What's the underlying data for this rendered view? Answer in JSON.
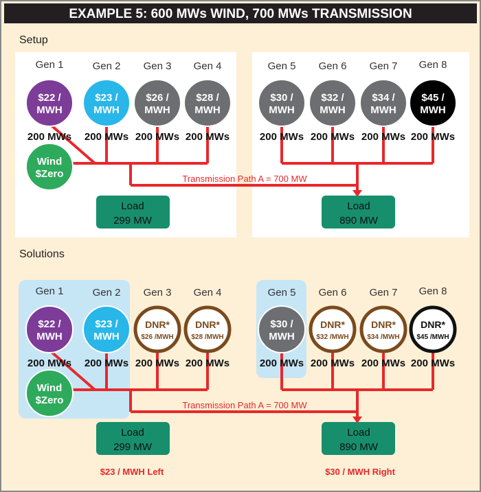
{
  "title": "EXAMPLE 5: 600 MWs WIND, 700 MWs TRANSMISSION",
  "colors": {
    "line": "#e8282b",
    "load": "#178f6d",
    "wind": "#2eaa5c",
    "highlight": "#c6e6f6",
    "bg": "#fdf0d6",
    "dnr_ring": "#7a4a1e"
  },
  "setup": {
    "label": "Setup",
    "gens": [
      {
        "label": "Gen 1",
        "line1": "$22 /",
        "line2": "MWH",
        "capacity": "200 MWs",
        "fill": "#7d3c98"
      },
      {
        "label": "Gen 2",
        "line1": "$23 /",
        "line2": "MWH",
        "capacity": "200 MWs",
        "fill": "#29b6e8"
      },
      {
        "label": "Gen 3",
        "line1": "$26 /",
        "line2": "MWH",
        "capacity": "200 MWs",
        "fill": "#6d6e71"
      },
      {
        "label": "Gen 4",
        "line1": "$28 /",
        "line2": "MWH",
        "capacity": "200 MWs",
        "fill": "#6d6e71"
      },
      {
        "label": "Gen 5",
        "line1": "$30 /",
        "line2": "MWH",
        "capacity": "200 MWs",
        "fill": "#6d6e71"
      },
      {
        "label": "Gen 6",
        "line1": "$32 /",
        "line2": "MWH",
        "capacity": "200 MWs",
        "fill": "#6d6e71"
      },
      {
        "label": "Gen 7",
        "line1": "$34 /",
        "line2": "MWH",
        "capacity": "200 MWs",
        "fill": "#6d6e71"
      },
      {
        "label": "Gen 8",
        "line1": "$45 /",
        "line2": "MWH",
        "capacity": "200 MWs",
        "fill": "#000000"
      }
    ],
    "wind": {
      "line1": "Wind",
      "line2": "$Zero"
    },
    "transmission": "Transmission Path A = 700 MW",
    "load_left": {
      "line1": "Load",
      "line2": "299 MW"
    },
    "load_right": {
      "line1": "Load",
      "line2": "890 MW"
    }
  },
  "solutions": {
    "label": "Solutions",
    "gens": [
      {
        "label": "Gen 1",
        "line1": "$22 /",
        "line2": "MWH",
        "capacity": "200 MWs",
        "fill": "#7d3c98"
      },
      {
        "label": "Gen 2",
        "line1": "$23 /",
        "line2": "MWH",
        "capacity": "200 MWs",
        "fill": "#29b6e8"
      },
      {
        "label": "Gen 3",
        "line1": "DNR*",
        "line2": "$26 /MWH",
        "capacity": "200 MWs",
        "dnr": true,
        "ring": "#7a4a1e"
      },
      {
        "label": "Gen 4",
        "line1": "DNR*",
        "line2": "$28 /MWH",
        "capacity": "200 MWs",
        "dnr": true,
        "ring": "#7a4a1e"
      },
      {
        "label": "Gen 5",
        "line1": "$30 /",
        "line2": "MWH",
        "capacity": "200 MWs",
        "fill": "#6d6e71"
      },
      {
        "label": "Gen 6",
        "line1": "DNR*",
        "line2": "$32 /MWH",
        "capacity": "200 MWs",
        "dnr": true,
        "ring": "#7a4a1e"
      },
      {
        "label": "Gen 7",
        "line1": "DNR*",
        "line2": "$34 /MWH",
        "capacity": "200 MWs",
        "dnr": true,
        "ring": "#7a4a1e"
      },
      {
        "label": "Gen 8",
        "line1": "DNR*",
        "line2": "$45 /MWH",
        "capacity": "200 MWs",
        "dnr": true,
        "ring": "#111111"
      }
    ],
    "wind": {
      "line1": "Wind",
      "line2": "$Zero"
    },
    "transmission": "Transmission Path A = 700 MW",
    "load_left": {
      "line1": "Load",
      "line2": "299 MW"
    },
    "load_right": {
      "line1": "Load",
      "line2": "890 MW"
    },
    "price_left": "$23 / MWH Left",
    "price_right": "$30 / MWH Right"
  }
}
